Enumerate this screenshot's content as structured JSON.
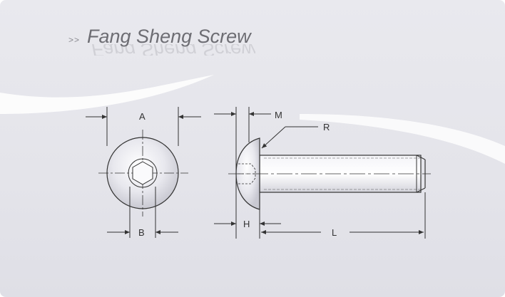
{
  "header": {
    "chevron": ">>",
    "title": "Fang Sheng Screw"
  },
  "dimensions": {
    "A": "A",
    "B": "B",
    "M": "M",
    "R": "R",
    "H": "H",
    "L": "L"
  },
  "colors": {
    "background": "#e6e6ec",
    "line": "#333333",
    "title": "#6d6d73"
  }
}
